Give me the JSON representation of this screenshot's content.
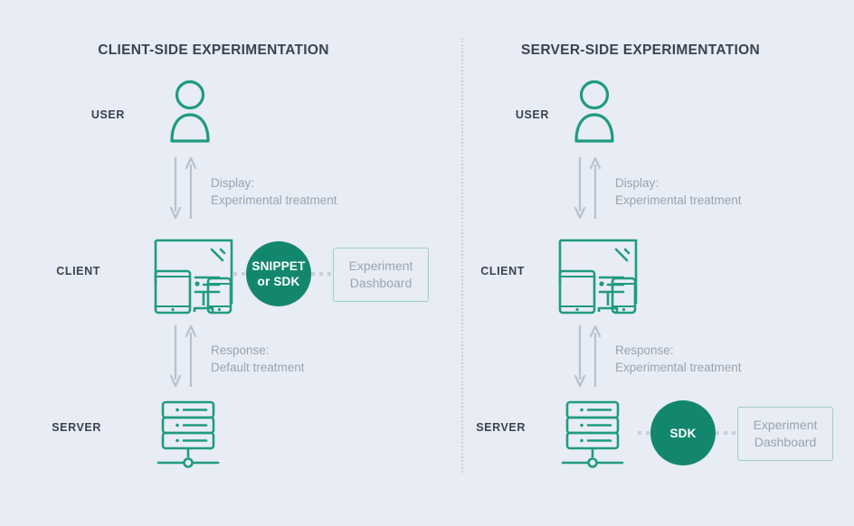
{
  "theme": {
    "background": "#e8ecf4",
    "accent_teal": "#13876e",
    "icon_teal": "#1f9b80",
    "muted_text": "#9aa3b0",
    "heading_text": "#3b4250",
    "box_border": "#9ed0c2",
    "divider": "#c9d1de"
  },
  "panels": [
    {
      "id": "client-side",
      "title": "CLIENT-SIDE EXPERIMENTATION",
      "rows": {
        "user": {
          "label": "USER",
          "icon": "user-icon"
        },
        "client": {
          "label": "CLIENT",
          "icon": "devices-icon"
        },
        "server": {
          "label": "SERVER",
          "icon": "server-rack-icon"
        }
      },
      "arrows": [
        {
          "id": "user-client",
          "text": "Display:\nExperimental treatment"
        },
        {
          "id": "client-server",
          "text": "Response:\nDefault treatment"
        }
      ],
      "badge": {
        "row": "client",
        "text": "SNIPPET\nor SDK"
      },
      "dashboard": {
        "row": "client",
        "text": "Experiment\nDashboard"
      }
    },
    {
      "id": "server-side",
      "title": "SERVER-SIDE EXPERIMENTATION",
      "rows": {
        "user": {
          "label": "USER",
          "icon": "user-icon"
        },
        "client": {
          "label": "CLIENT",
          "icon": "devices-icon"
        },
        "server": {
          "label": "SERVER",
          "icon": "server-rack-icon"
        }
      },
      "arrows": [
        {
          "id": "user-client",
          "text": "Display:\nExperimental treatment"
        },
        {
          "id": "client-server",
          "text": "Response:\nExperimental treatment"
        }
      ],
      "badge": {
        "row": "server",
        "text": "SDK"
      },
      "dashboard": {
        "row": "server",
        "text": "Experiment\nDashboard"
      }
    }
  ]
}
